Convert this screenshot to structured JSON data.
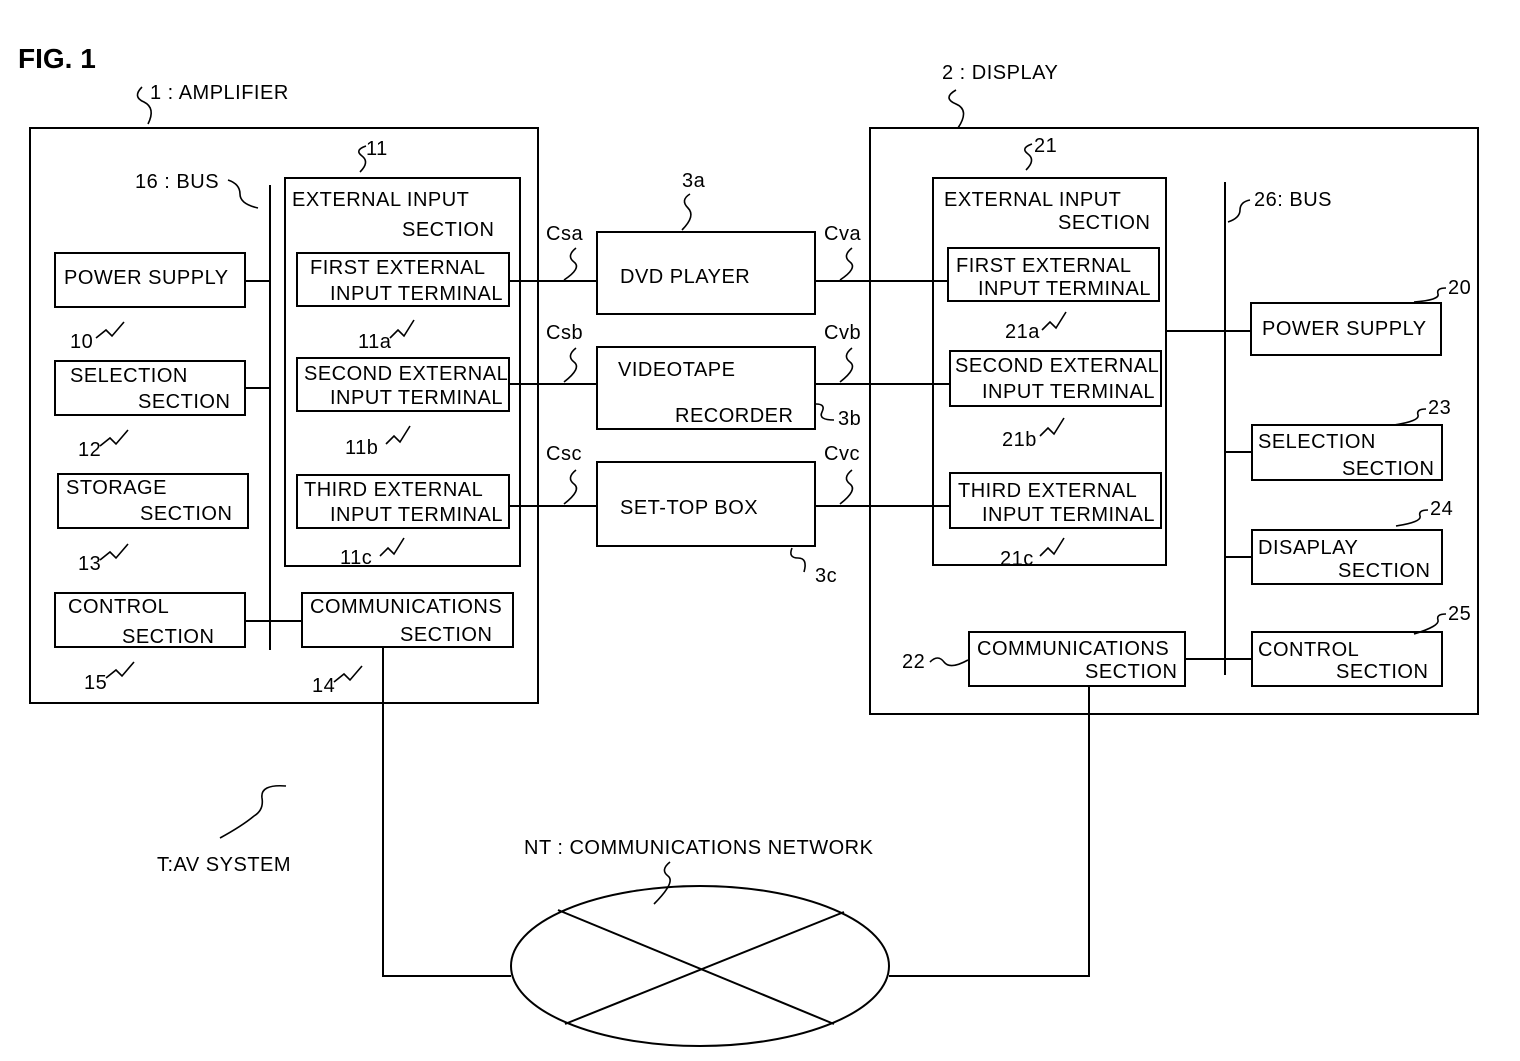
{
  "figure_title": "FIG. 1",
  "system_label": "T:AV SYSTEM",
  "network_label": "NT : COMMUNICATIONS NETWORK",
  "amplifier": {
    "label": "1 : AMPLIFIER",
    "bus": "16 : BUS",
    "external_input": {
      "ref": "11",
      "line1": "EXTERNAL INPUT",
      "line2": "SECTION"
    },
    "power_supply": {
      "text": "POWER SUPPLY",
      "ref": "10"
    },
    "selection": {
      "line1": "SELECTION",
      "line2": "SECTION",
      "ref": "12"
    },
    "storage": {
      "line1": "STORAGE",
      "line2": "SECTION",
      "ref": "13"
    },
    "control": {
      "line1": "CONTROL",
      "line2": "SECTION",
      "ref": "15"
    },
    "communications": {
      "line1": "COMMUNICATIONS",
      "line2": "SECTION",
      "ref": "14"
    },
    "terminal_a": {
      "line1": "FIRST EXTERNAL",
      "line2": "INPUT TERMINAL",
      "ref": "11a"
    },
    "terminal_b": {
      "line1": "SECOND EXTERNAL",
      "line2": "INPUT TERMINAL",
      "ref": "11b"
    },
    "terminal_c": {
      "line1": "THIRD EXTERNAL",
      "line2": "INPUT TERMINAL",
      "ref": "11c"
    }
  },
  "sources": {
    "dvd": {
      "text": "DVD PLAYER",
      "ref": "3a"
    },
    "vcr": {
      "line1": "VIDEOTAPE",
      "line2": "RECORDER",
      "ref": "3b"
    },
    "stb": {
      "text": "SET-TOP BOX",
      "ref": "3c"
    }
  },
  "cables": {
    "csa": "Csa",
    "csb": "Csb",
    "csc": "Csc",
    "cva": "Cva",
    "cvb": "Cvb",
    "cvc": "Cvc"
  },
  "display": {
    "label": "2 : DISPLAY",
    "bus": "26: BUS",
    "external_input": {
      "ref": "21",
      "line1": "EXTERNAL INPUT",
      "line2": "SECTION"
    },
    "terminal_a": {
      "line1": "FIRST EXTERNAL",
      "line2": "INPUT TERMINAL",
      "ref": "21a"
    },
    "terminal_b": {
      "line1": "SECOND EXTERNAL",
      "line2": "INPUT TERMINAL",
      "ref": "21b"
    },
    "terminal_c": {
      "line1": "THIRD EXTERNAL",
      "line2": "INPUT TERMINAL",
      "ref": "21c"
    },
    "power_supply": {
      "text": "POWER SUPPLY",
      "ref": "20"
    },
    "selection": {
      "line1": "SELECTION",
      "line2": "SECTION",
      "ref": "23"
    },
    "display_section": {
      "line1": "DISAPLAY",
      "line2": "SECTION",
      "ref": "24"
    },
    "control": {
      "line1": "CONTROL",
      "line2": "SECTION",
      "ref": "25"
    },
    "communications": {
      "line1": "COMMUNICATIONS",
      "line2": "SECTION",
      "ref": "22"
    }
  }
}
